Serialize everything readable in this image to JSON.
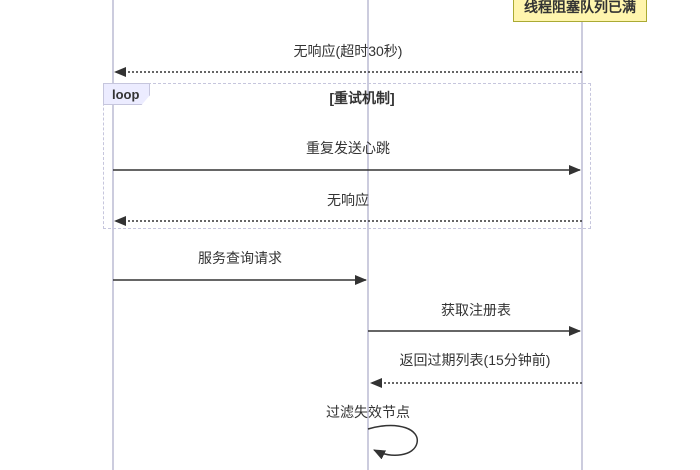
{
  "diagram_type": "sequence-diagram",
  "note": {
    "text": "线程阻塞队列已满"
  },
  "loop": {
    "label": "loop",
    "title": "[重试机制]"
  },
  "messages": [
    {
      "text": "无响应(超时30秒)",
      "from": "right-lifeline",
      "to": "left-lifeline",
      "style": "dashed"
    },
    {
      "text": "重复发送心跳",
      "from": "left-lifeline",
      "to": "right-lifeline",
      "style": "solid"
    },
    {
      "text": "无响应",
      "from": "right-lifeline",
      "to": "left-lifeline",
      "style": "dashed"
    },
    {
      "text": "服务查询请求",
      "from": "left-lifeline",
      "to": "middle-lifeline",
      "style": "solid"
    },
    {
      "text": "获取注册表",
      "from": "middle-lifeline",
      "to": "right-lifeline",
      "style": "solid"
    },
    {
      "text": "返回过期列表(15分钟前)",
      "from": "right-lifeline",
      "to": "middle-lifeline",
      "style": "dashed"
    },
    {
      "text": "过滤失效节点",
      "from": "middle-lifeline",
      "to": "middle-lifeline",
      "style": "self-loop"
    }
  ],
  "colors": {
    "note_bg": "#fff5ad",
    "note_border": "#aaaa33",
    "loop_label_bg": "#ececff",
    "loop_border": "#c6c6dd",
    "lifeline": "#ccccde",
    "line": "#333333",
    "text": "#333333"
  }
}
